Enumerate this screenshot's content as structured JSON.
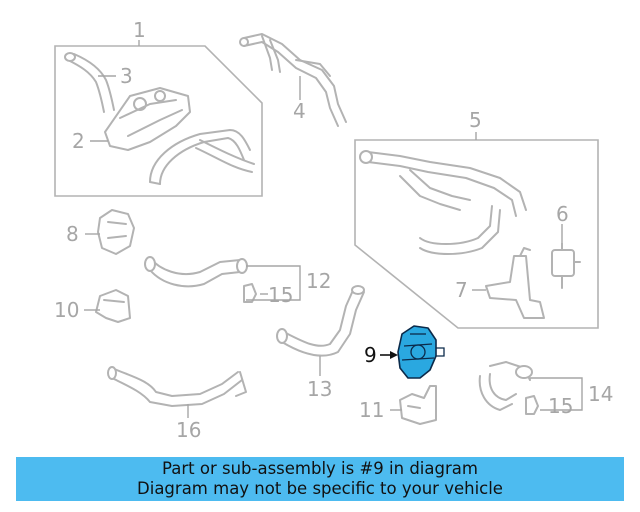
{
  "diagram": {
    "callouts": {
      "c1": "1",
      "c2": "2",
      "c3": "3",
      "c4": "4",
      "c5": "5",
      "c6": "6",
      "c7": "7",
      "c8": "8",
      "c9": "9",
      "c10": "10",
      "c11": "11",
      "c12": "12",
      "c13": "13",
      "c14": "14",
      "c15a": "15",
      "c15b": "15",
      "c16": "16"
    },
    "highlighted_part": "9",
    "highlight_color": "#2aa8e0"
  },
  "banner": {
    "line1": "Part or sub-assembly is #9 in diagram",
    "line2": "Diagram may not be specific to your vehicle",
    "background_color": "#4dbbf0"
  }
}
